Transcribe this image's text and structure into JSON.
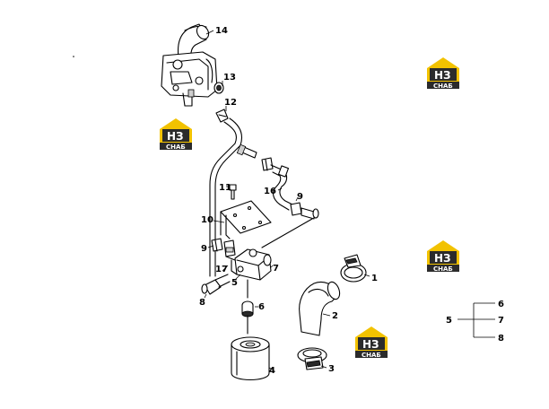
{
  "logo": {
    "mark": "НЗ",
    "caption": "СНАБ",
    "colors": {
      "accent": "#f2c200",
      "dark": "#2b2b2b",
      "light": "#ffffff"
    }
  },
  "callouts": [
    "14",
    "13",
    "12",
    "11",
    "16",
    "9",
    "10",
    "9",
    "17",
    "5",
    "7",
    "8",
    "6",
    "4",
    "1",
    "2",
    "3"
  ],
  "legend": {
    "parent": "5",
    "children": [
      "6",
      "7",
      "8"
    ]
  }
}
